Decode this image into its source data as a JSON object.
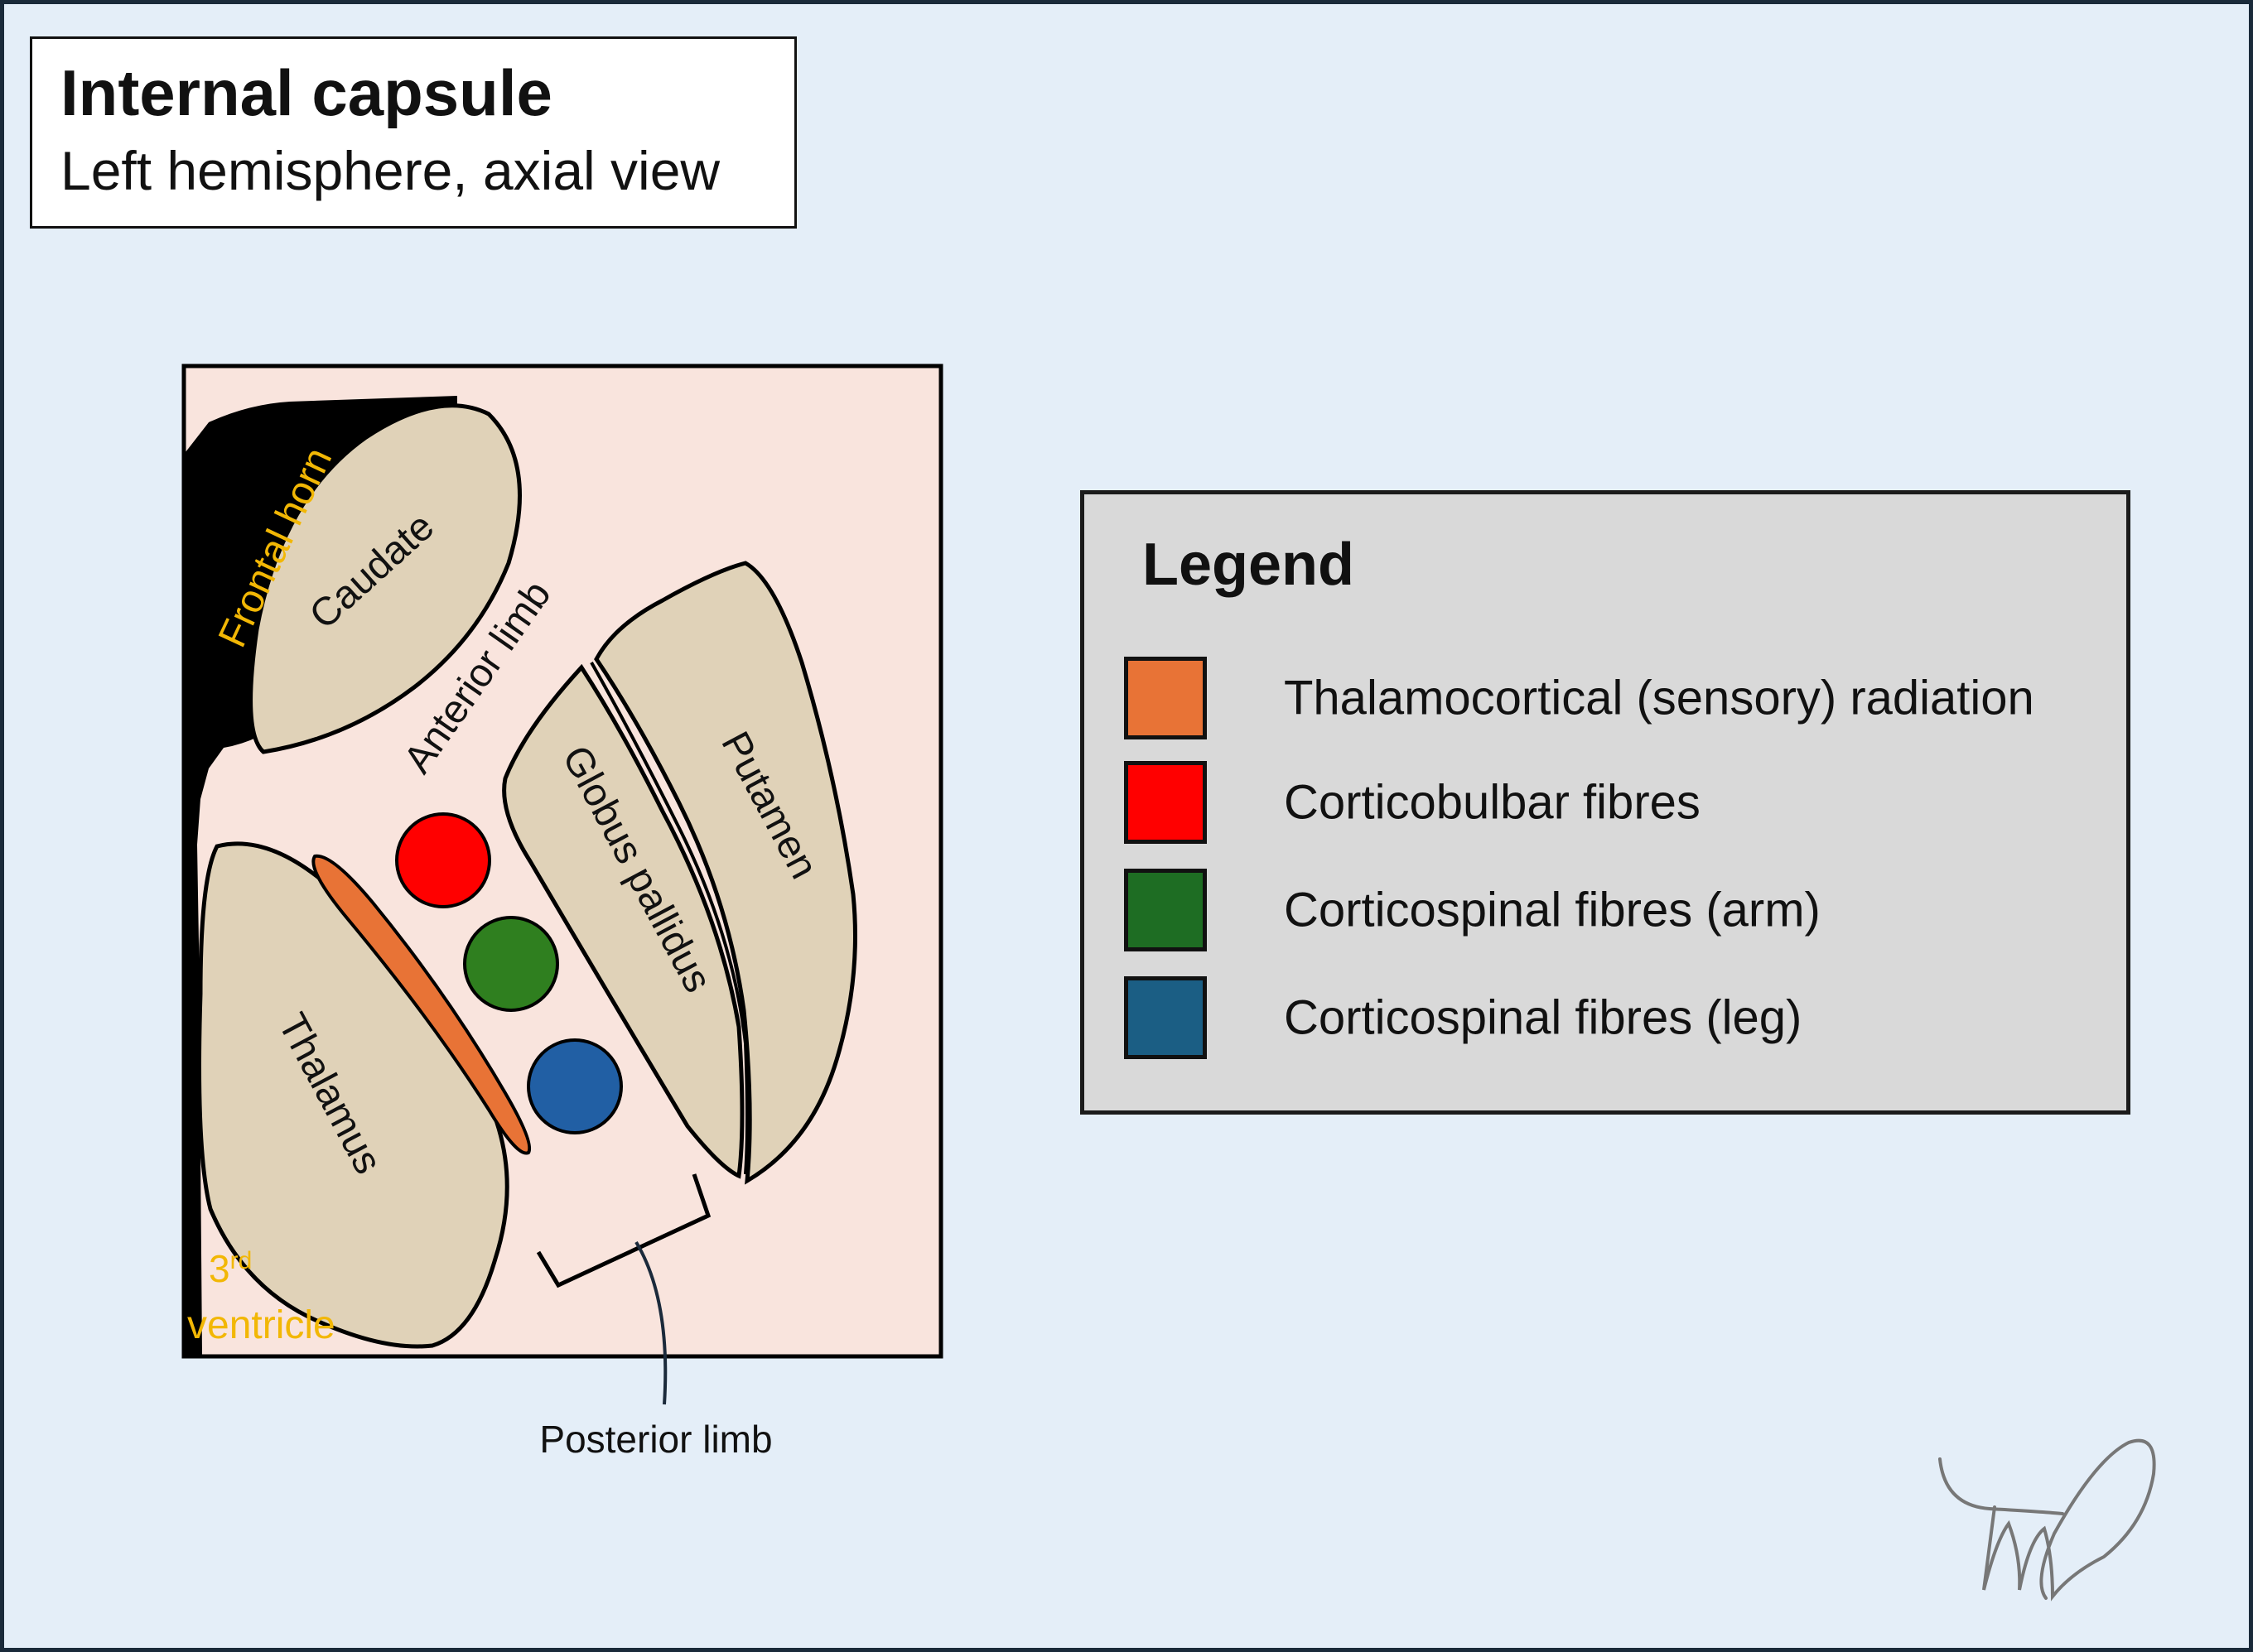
{
  "header": {
    "title": "Internal capsule",
    "subtitle": "Left hemisphere, axial view"
  },
  "diagram": {
    "structures": {
      "frontal_horn": "Frontal horn",
      "caudate": "Caudate",
      "anterior_limb": "Anterior limb",
      "globus_pallidus": "Globus pallidus",
      "putamen": "Putamen",
      "thalamus": "Thalamus",
      "third_ventricle_number": "3",
      "third_ventricle_sup": "rd",
      "third_ventricle_word": "ventricle",
      "posterior_limb": "Posterior limb"
    },
    "colors": {
      "background": "#f9e4dd",
      "structure_fill": "#e0d2b8",
      "ventricle": "#000000",
      "ventricle_label": "#f2b705"
    }
  },
  "legend": {
    "title": "Legend",
    "items": [
      {
        "label": "Thalamocortical (sensory) radiation",
        "color": "#e87336"
      },
      {
        "label": "Corticobulbar fibres",
        "color": "#ff0000"
      },
      {
        "label": "Corticospinal fibres (arm)",
        "color": "#1e6d23"
      },
      {
        "label": "Corticospinal fibres (leg)",
        "color": "#1b5e84"
      }
    ]
  }
}
